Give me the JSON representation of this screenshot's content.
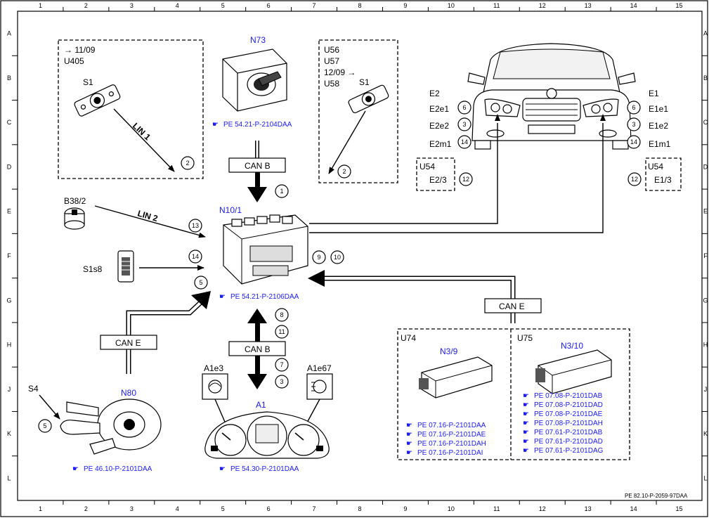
{
  "grid": {
    "cols": [
      "1",
      "2",
      "3",
      "4",
      "5",
      "6",
      "7",
      "8",
      "9",
      "10",
      "11",
      "12",
      "13",
      "14",
      "15"
    ],
    "rows": [
      "A",
      "B",
      "C",
      "D",
      "E",
      "F",
      "G",
      "H",
      "J",
      "K",
      "L"
    ]
  },
  "components": {
    "n73": {
      "label": "N73",
      "ref": "PE 54.21-P-2104DAA"
    },
    "n10_1": {
      "label": "N10/1",
      "ref": "PE 54.21-P-2106DAA"
    },
    "n80": {
      "label": "N80",
      "ref": "PE 46.10-P-2101DAA"
    },
    "a1": {
      "label": "A1",
      "ref": "PE 54.30-P-2101DAA"
    },
    "a1e3": "A1e3",
    "a1e67": "A1e67",
    "s4": "S4",
    "s1s8": "S1s8",
    "b38_2": "B38/2",
    "s1_left": "S1",
    "s1_right": "S1",
    "n3_9": {
      "label": "N3/9",
      "refs": [
        "PE 07.16-P-2101DAA",
        "PE 07.16-P-2101DAE",
        "PE 07.16-P-2101DAH",
        "PE 07.16-P-2101DAI"
      ]
    },
    "n3_10": {
      "label": "N3/10",
      "refs": [
        "PE 07.08-P-2101DAB",
        "PE 07.08-P-2101DAD",
        "PE 07.08-P-2101DAE",
        "PE 07.08-P-2101DAH",
        "PE 07.61-P-2101DAB",
        "PE 07.61-P-2101DAD",
        "PE 07.61-P-2101DAG"
      ]
    }
  },
  "variants": {
    "left_box": [
      "→ 11/09",
      "U405"
    ],
    "right_box": [
      "U56",
      "U57",
      "12/09 →",
      "U58"
    ],
    "u74": "U74",
    "u75": "U75",
    "u54_left": [
      "U54",
      "E2/3"
    ],
    "u54_right": [
      "U54",
      "E1/3"
    ]
  },
  "lamps_left": [
    "E2",
    "E2e1",
    "E2e2",
    "E2m1"
  ],
  "lamps_right": [
    "E1",
    "E1e1",
    "E1e2",
    "E1m1"
  ],
  "bus": {
    "can_b": "CAN B",
    "can_e": "CAN E",
    "lin1": "LIN 1",
    "lin2": "LIN 2"
  },
  "signals": {
    "s1": "1",
    "s2": "2",
    "s3": "3",
    "s5": "5",
    "s6": "6",
    "s7": "7",
    "s8": "8",
    "s9": "9",
    "s10": "10",
    "s11": "11",
    "s12": "12",
    "s13": "13",
    "s14": "14"
  },
  "footer_ref": "PE 82.10-P-2059-97DAA"
}
